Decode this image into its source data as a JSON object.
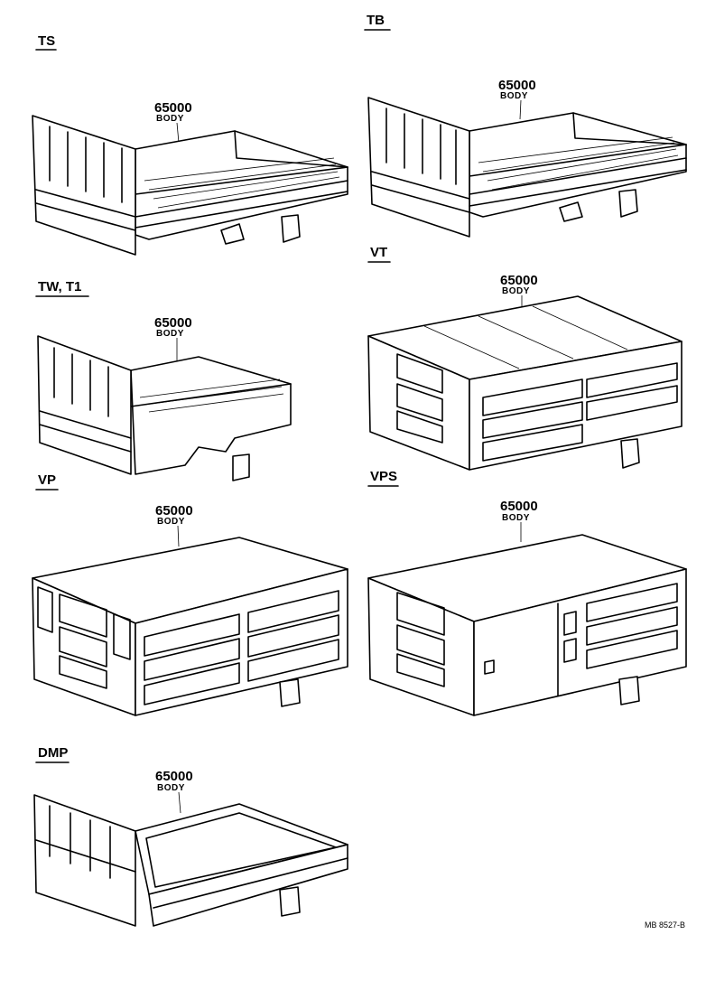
{
  "diagram": {
    "variants": [
      {
        "code": "TS",
        "part_no": "65000",
        "part_name": "BODY"
      },
      {
        "code": "TB",
        "part_no": "65000",
        "part_name": "BODY"
      },
      {
        "code": "TW, T1",
        "part_no": "65000",
        "part_name": "BODY"
      },
      {
        "code": "VT",
        "part_no": "65000",
        "part_name": "BODY"
      },
      {
        "code": "VP",
        "part_no": "65000",
        "part_name": "BODY"
      },
      {
        "code": "VPS",
        "part_no": "65000",
        "part_name": "BODY"
      },
      {
        "code": "DMP",
        "part_no": "65000",
        "part_name": "BODY"
      }
    ],
    "reference": "MB 8527-B"
  }
}
